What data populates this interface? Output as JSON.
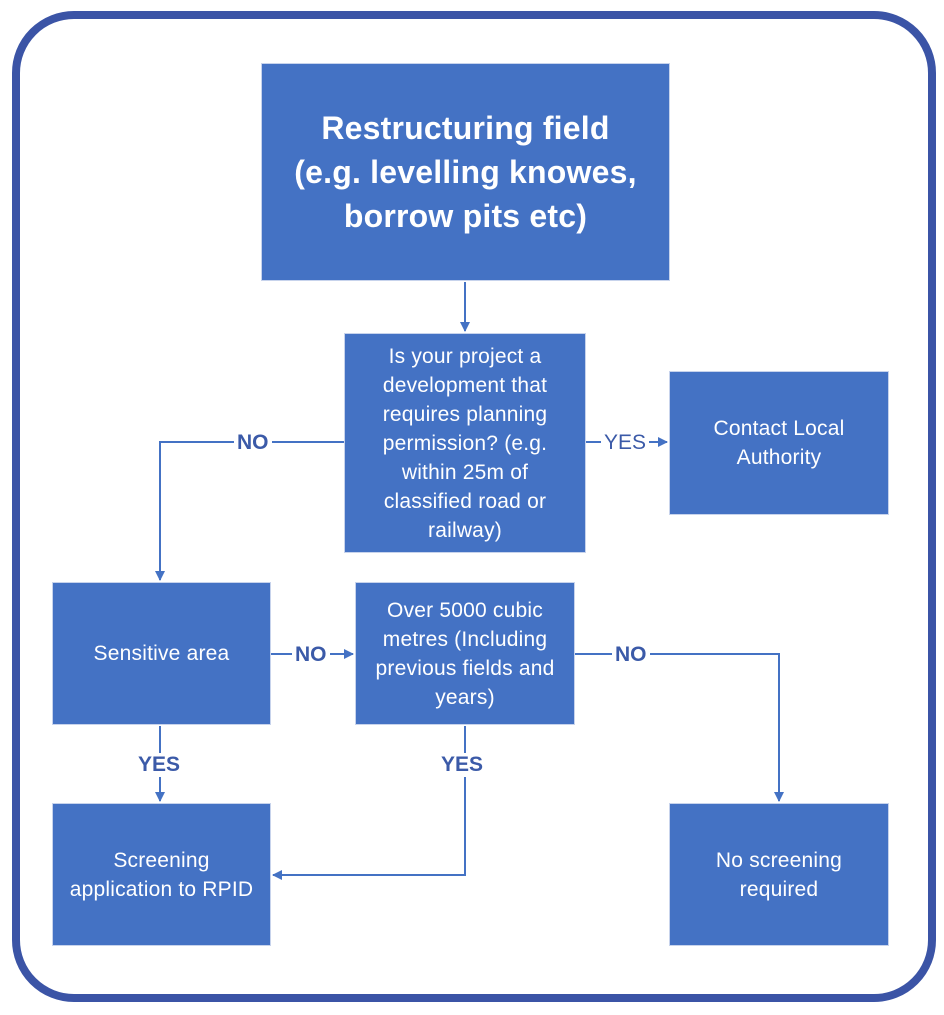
{
  "nodes": {
    "start": {
      "lines": [
        "Restructuring field",
        "(e.g. levelling knowes,",
        "borrow pits etc)"
      ]
    },
    "planning_question": {
      "lines": [
        "Is your project a",
        "development that",
        "requires planning",
        "permission? (e.g.",
        "within 25m of",
        "classified road or",
        "railway)"
      ]
    },
    "contact_local_authority": {
      "lines": [
        "Contact Local",
        "Authority"
      ]
    },
    "sensitive_area": {
      "lines": [
        "Sensitive area"
      ]
    },
    "volume_question": {
      "lines": [
        "Over 5000 cubic",
        "metres (Including",
        "previous fields and",
        "years)"
      ]
    },
    "screening_application": {
      "lines": [
        "Screening",
        "application to RPID"
      ]
    },
    "no_screening": {
      "lines": [
        "No screening",
        "required"
      ]
    }
  },
  "edge_labels": {
    "planning_no": "NO",
    "planning_yes": "YES",
    "sensitive_no": "NO",
    "volume_no": "NO",
    "sensitive_yes": "YES",
    "volume_yes": "YES"
  },
  "colors": {
    "box_fill": "#4472c4",
    "connector": "#4472c4",
    "frame": "#3b54a6",
    "label_text": "#3b5aa8"
  }
}
